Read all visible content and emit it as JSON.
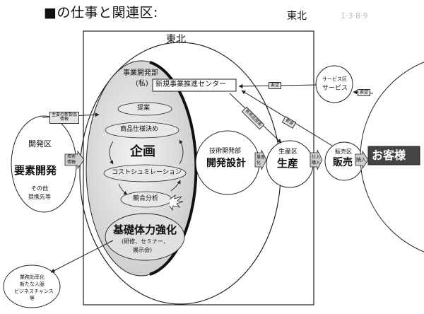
{
  "header": {
    "title": "■の仕事と関連区:",
    "region": "東北",
    "faded_text": "1·3·8·9"
  },
  "diagram": {
    "tohoku_box_label": "東北",
    "planning_dept": {
      "line1": "事業開発部",
      "line2": "(私)"
    },
    "new_business_center": "新規事業推進センター",
    "cycle": {
      "proposal": "提案",
      "spec": "商品仕様決め",
      "kikaku": "企画",
      "cost_sim": "コストシュミレーション",
      "competitor": "競合分析"
    },
    "training": {
      "title": "基礎体力強化",
      "sub1": "(研修、セミナー、",
      "sub2": "展示会)"
    },
    "left_group": {
      "dept": "開発区",
      "title": "要素開発",
      "others1": "その他",
      "others2": "提携先等"
    },
    "tech_info_label": "技術\n情報",
    "top_left_arrow_label": "主要の新製品\n情報",
    "development": {
      "dept": "技術開発部",
      "title": "開発設計"
    },
    "transfer_label": "量産\n化",
    "production": {
      "dept": "生産区",
      "title": "生産"
    },
    "purchase_label": "仕入\n購入",
    "sales": {
      "dept": "販売区",
      "title": "販売"
    },
    "delivery_label": "納入",
    "customer": "お客様",
    "service": {
      "dept": "サービス区",
      "title": "サービス"
    },
    "arrow_labels": {
      "request1": "要望",
      "request2": "要望",
      "request3": "要望",
      "proposal_arrow": "新商品提案"
    },
    "bottom_left": {
      "line1": "業務効率化",
      "line2": "新たな人脈",
      "line3": "ビジネスチャンス",
      "line4": "等"
    }
  }
}
